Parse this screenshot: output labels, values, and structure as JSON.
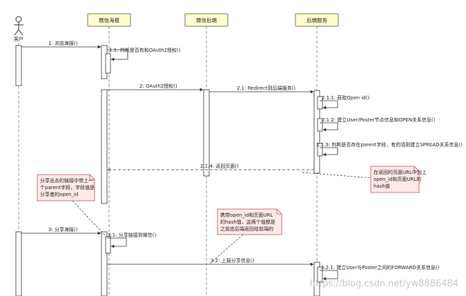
{
  "actor": {
    "name": "客户"
  },
  "participants": [
    "微信海报",
    "微信后端",
    "后端服务"
  ],
  "messages": [
    {
      "label": "1: 浏览海报()"
    },
    {
      "label": "1.1: 判断是否有和OAuth2授权()"
    },
    {
      "label": "2: OAuth2授权()"
    },
    {
      "label": "2.1: Redirect到后端服务()"
    },
    {
      "label": "2.1.1: 获取Open id()"
    },
    {
      "label": "2.1.2: 建立User/Poster节点信息和OPEN关系信息()"
    },
    {
      "label": "2.1.3: 判断是否存在parent字段，有的话则建立SPREAD关系信息()"
    },
    {
      "label": "2.1.4: 返回页面()"
    },
    {
      "label": "3: 分享海报()"
    },
    {
      "label": "3.1: 分享链接到微信()"
    },
    {
      "label": "3.2: 上报分享信息()"
    },
    {
      "label": "3.2.1: 建立User与Poster之间的FORWARD关系信息()"
    }
  ],
  "notes": [
    {
      "lines": [
        "在返回的页面URL中加上",
        "open_id和页面URL的",
        "hash值"
      ]
    },
    {
      "lines": [
        "分享出去的链接中带上一",
        "个parent字段，字段值是",
        "分享者的open_id"
      ]
    },
    {
      "lines": [
        "携带open_id和页面URL",
        "的hash值，这两个值都是",
        "之前由后端返回给前端的"
      ]
    }
  ],
  "watermark": "https://blog.csdn.net/yw8886484",
  "colors": {
    "header": "#ffffcc",
    "note": "#ffe8e8",
    "note_border": "#c05050",
    "line": "#333333"
  }
}
